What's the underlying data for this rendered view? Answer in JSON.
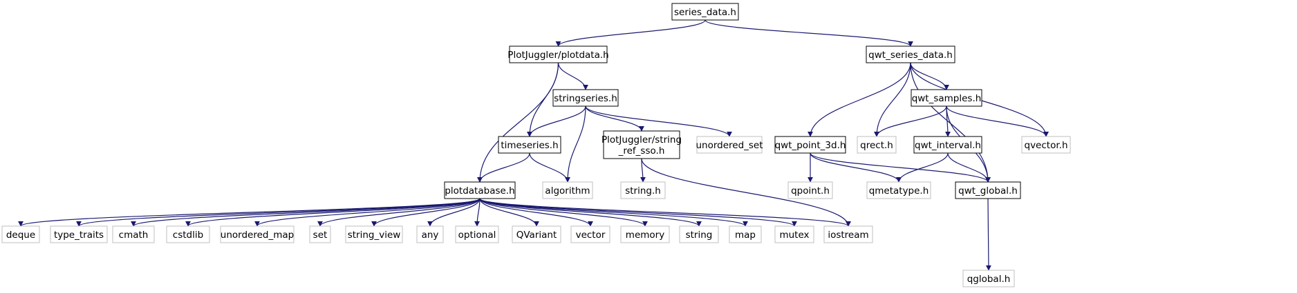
{
  "diagram": {
    "colors": {
      "edge": "#191970",
      "node_border": "#000000",
      "external_border": "#bfbfbf",
      "root_fill": "#bfbfbf",
      "node_fill": "#ffffff"
    },
    "nodes": [
      {
        "id": "series_data",
        "label": [
          "series_data.h"
        ],
        "kind": "root"
      },
      {
        "id": "plotdata",
        "label": [
          "PlotJuggler/plotdata.h"
        ],
        "kind": "local"
      },
      {
        "id": "qwt_series_data",
        "label": [
          "qwt_series_data.h"
        ],
        "kind": "local"
      },
      {
        "id": "stringseries",
        "label": [
          "stringseries.h"
        ],
        "kind": "local"
      },
      {
        "id": "qwt_samples",
        "label": [
          "qwt_samples.h"
        ],
        "kind": "local"
      },
      {
        "id": "timeseries",
        "label": [
          "timeseries.h"
        ],
        "kind": "local"
      },
      {
        "id": "string_ref_sso",
        "label": [
          "PlotJuggler/string",
          "_ref_sso.h"
        ],
        "kind": "local"
      },
      {
        "id": "unordered_set",
        "label": [
          "unordered_set"
        ],
        "kind": "external"
      },
      {
        "id": "qwt_point_3d",
        "label": [
          "qwt_point_3d.h"
        ],
        "kind": "local"
      },
      {
        "id": "qrect",
        "label": [
          "qrect.h"
        ],
        "kind": "external"
      },
      {
        "id": "qwt_interval",
        "label": [
          "qwt_interval.h"
        ],
        "kind": "local"
      },
      {
        "id": "qvector",
        "label": [
          "qvector.h"
        ],
        "kind": "external"
      },
      {
        "id": "plotdatabase",
        "label": [
          "plotdatabase.h"
        ],
        "kind": "local"
      },
      {
        "id": "algorithm",
        "label": [
          "algorithm"
        ],
        "kind": "external"
      },
      {
        "id": "string_h",
        "label": [
          "string.h"
        ],
        "kind": "external"
      },
      {
        "id": "qpoint",
        "label": [
          "qpoint.h"
        ],
        "kind": "external"
      },
      {
        "id": "qmetatype",
        "label": [
          "qmetatype.h"
        ],
        "kind": "external"
      },
      {
        "id": "qwt_global",
        "label": [
          "qwt_global.h"
        ],
        "kind": "local"
      },
      {
        "id": "deque",
        "label": [
          "deque"
        ],
        "kind": "external"
      },
      {
        "id": "type_traits",
        "label": [
          "type_traits"
        ],
        "kind": "external"
      },
      {
        "id": "cmath",
        "label": [
          "cmath"
        ],
        "kind": "external"
      },
      {
        "id": "cstdlib",
        "label": [
          "cstdlib"
        ],
        "kind": "external"
      },
      {
        "id": "unordered_map",
        "label": [
          "unordered_map"
        ],
        "kind": "external"
      },
      {
        "id": "set",
        "label": [
          "set"
        ],
        "kind": "external"
      },
      {
        "id": "string_view",
        "label": [
          "string_view"
        ],
        "kind": "external"
      },
      {
        "id": "any",
        "label": [
          "any"
        ],
        "kind": "external"
      },
      {
        "id": "optional",
        "label": [
          "optional"
        ],
        "kind": "external"
      },
      {
        "id": "qvariant",
        "label": [
          "QVariant"
        ],
        "kind": "external"
      },
      {
        "id": "vector",
        "label": [
          "vector"
        ],
        "kind": "external"
      },
      {
        "id": "memory",
        "label": [
          "memory"
        ],
        "kind": "external"
      },
      {
        "id": "string",
        "label": [
          "string"
        ],
        "kind": "external"
      },
      {
        "id": "map",
        "label": [
          "map"
        ],
        "kind": "external"
      },
      {
        "id": "mutex",
        "label": [
          "mutex"
        ],
        "kind": "external"
      },
      {
        "id": "iostream",
        "label": [
          "iostream"
        ],
        "kind": "external"
      },
      {
        "id": "qglobal",
        "label": [
          "qglobal.h"
        ],
        "kind": "external"
      }
    ],
    "edges": [
      [
        "series_data",
        "plotdata"
      ],
      [
        "series_data",
        "qwt_series_data"
      ],
      [
        "plotdata",
        "plotdatabase"
      ],
      [
        "plotdata",
        "timeseries"
      ],
      [
        "plotdata",
        "stringseries"
      ],
      [
        "stringseries",
        "timeseries"
      ],
      [
        "stringseries",
        "algorithm"
      ],
      [
        "stringseries",
        "string_ref_sso"
      ],
      [
        "stringseries",
        "unordered_set"
      ],
      [
        "timeseries",
        "plotdatabase"
      ],
      [
        "timeseries",
        "algorithm"
      ],
      [
        "string_ref_sso",
        "string_h"
      ],
      [
        "string_ref_sso",
        "iostream"
      ],
      [
        "plotdatabase",
        "deque"
      ],
      [
        "plotdatabase",
        "type_traits"
      ],
      [
        "plotdatabase",
        "cmath"
      ],
      [
        "plotdatabase",
        "cstdlib"
      ],
      [
        "plotdatabase",
        "unordered_map"
      ],
      [
        "plotdatabase",
        "set"
      ],
      [
        "plotdatabase",
        "string_view"
      ],
      [
        "plotdatabase",
        "any"
      ],
      [
        "plotdatabase",
        "optional"
      ],
      [
        "plotdatabase",
        "qvariant"
      ],
      [
        "plotdatabase",
        "vector"
      ],
      [
        "plotdatabase",
        "memory"
      ],
      [
        "plotdatabase",
        "string"
      ],
      [
        "plotdatabase",
        "map"
      ],
      [
        "plotdatabase",
        "mutex"
      ],
      [
        "plotdatabase",
        "iostream"
      ],
      [
        "qwt_series_data",
        "qwt_point_3d"
      ],
      [
        "qwt_series_data",
        "qrect"
      ],
      [
        "qwt_series_data",
        "qwt_samples"
      ],
      [
        "qwt_series_data",
        "qvector"
      ],
      [
        "qwt_series_data",
        "qwt_global"
      ],
      [
        "qwt_samples",
        "qrect"
      ],
      [
        "qwt_samples",
        "qwt_interval"
      ],
      [
        "qwt_samples",
        "qvector"
      ],
      [
        "qwt_samples",
        "qwt_global"
      ],
      [
        "qwt_interval",
        "qmetatype"
      ],
      [
        "qwt_interval",
        "qwt_global"
      ],
      [
        "qwt_point_3d",
        "qpoint"
      ],
      [
        "qwt_point_3d",
        "qmetatype"
      ],
      [
        "qwt_point_3d",
        "qwt_global"
      ],
      [
        "qwt_global",
        "qglobal"
      ]
    ]
  }
}
